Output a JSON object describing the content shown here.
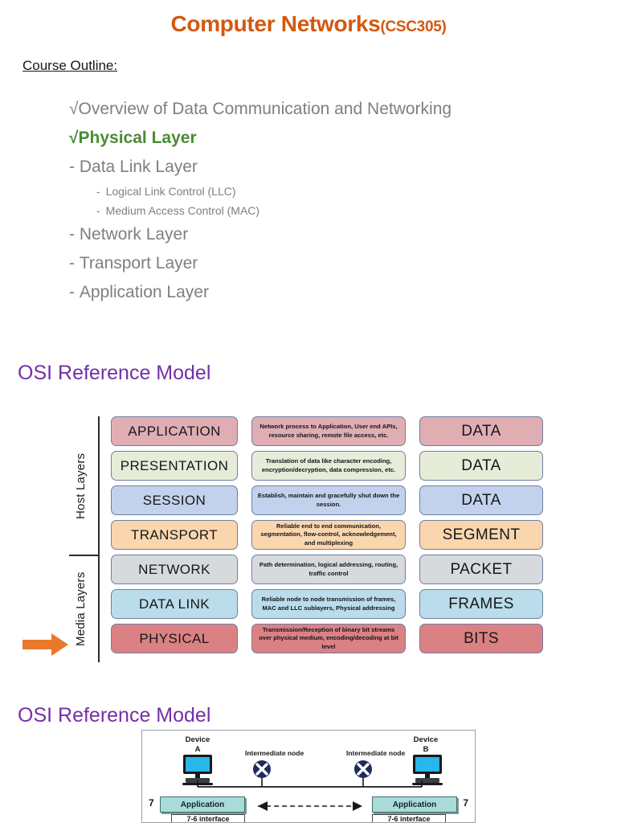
{
  "header": {
    "title": "Computer Networks",
    "course_code": "(CSC305)",
    "title_color": "#d2590f"
  },
  "course_outline": {
    "label": "Course Outline:",
    "items": [
      {
        "mark": "√",
        "text": "Overview of Data Communication and Networking",
        "level": 1,
        "style": "done"
      },
      {
        "mark": "√",
        "text": "Physical Layer",
        "level": 1,
        "style": "current"
      },
      {
        "mark": "-",
        "text": "Data Link Layer",
        "level": 1,
        "style": "pending"
      },
      {
        "mark": "-",
        "text": "Logical Link Control (LLC)",
        "level": 2,
        "style": "pending"
      },
      {
        "mark": "-",
        "text": "Medium Access Control (MAC)",
        "level": 2,
        "style": "pending"
      },
      {
        "mark": "-",
        "text": "Network Layer",
        "level": 1,
        "style": "pending"
      },
      {
        "mark": "-",
        "text": "Transport Layer",
        "level": 1,
        "style": "pending"
      },
      {
        "mark": "-",
        "text": "Application Layer",
        "level": 1,
        "style": "pending"
      }
    ],
    "current_color": "#4b8b35",
    "pending_color": "#7f7f7f"
  },
  "sections": {
    "osi_model_heading_1": "OSI Reference Model",
    "osi_model_heading_2": "OSI Reference Model",
    "heading_color": "#7430a8"
  },
  "osi_table": {
    "group_labels": {
      "host": "Host Layers",
      "media": "Media Layers"
    },
    "arrow": {
      "name": "orange-arrow",
      "color": "#e8792b",
      "points_to": "PHYSICAL"
    },
    "rows": [
      {
        "layer": "APPLICATION",
        "description": "Network process to Application, User end APIs, resource sharing, remote file access, etc.",
        "unit": "DATA",
        "color": "#e0aeb2",
        "group": "host"
      },
      {
        "layer": "PRESENTATION",
        "description": "Translation of data like character encoding, encryption/decryption, data compression, etc.",
        "unit": "DATA",
        "color": "#e7ecd9",
        "group": "host"
      },
      {
        "layer": "SESSION",
        "description": "Establish, maintain and gracefully shut down the session.",
        "unit": "DATA",
        "color": "#c2d2ec",
        "group": "host"
      },
      {
        "layer": "TRANSPORT",
        "description": "Reliable end to end communication, segmentation, flow-control, acknowledgement, and multiplexing",
        "unit": "SEGMENT",
        "color": "#fad6ae",
        "group": "host"
      },
      {
        "layer": "NETWORK",
        "description": "Path determination, logical addressing, routing, traffic control",
        "unit": "PACKET",
        "color": "#d7dadc",
        "group": "media"
      },
      {
        "layer": "DATA LINK",
        "description": "Reliable node to node transmission of frames, MAC and LLC sublayers, Physical addressing",
        "unit": "FRAMES",
        "color": "#bbdcea",
        "group": "media"
      },
      {
        "layer": "PHYSICAL",
        "description": "Transmission/Reception of binary bit streams over physical medium, encoding/decoding at bit level",
        "unit": "BITS",
        "color": "#db8183",
        "group": "media"
      }
    ]
  },
  "device_diagram": {
    "device_a": {
      "title": "Device",
      "name": "A"
    },
    "device_b": {
      "title": "Device",
      "name": "B"
    },
    "intermediate_node_left": "Intermediate node",
    "intermediate_node_right": "Intermediate node",
    "layer_left": {
      "number": "7",
      "label": "Application",
      "interface": "7-6 interface"
    },
    "layer_right": {
      "number": "7",
      "label": "Application",
      "interface": "7-6 interface"
    },
    "monitor_color": "#29b6e8",
    "node_color": "#1f2b5b"
  }
}
